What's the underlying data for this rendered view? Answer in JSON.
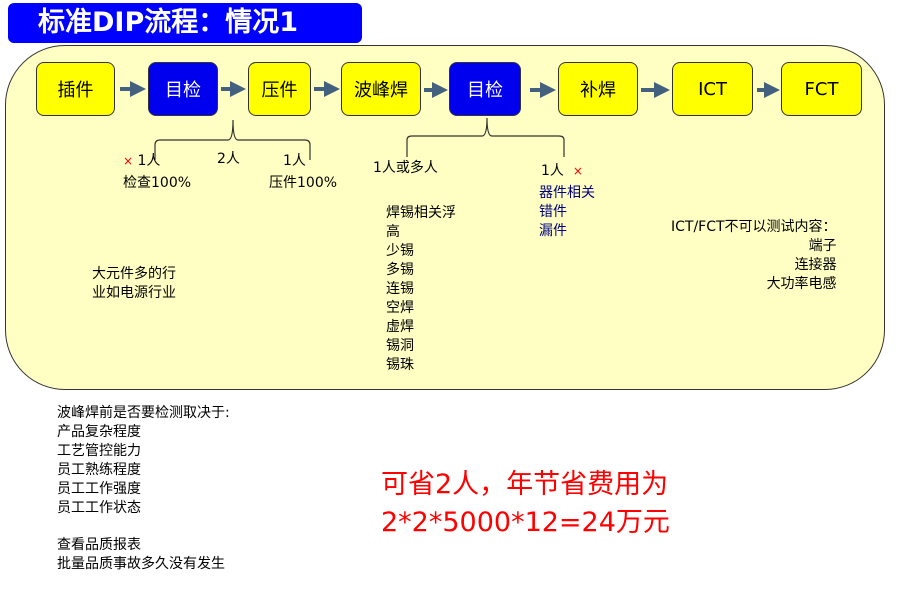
{
  "title": "标准DIP流程：情况1",
  "steps": [
    "插件",
    "目检",
    "压件",
    "波峰焊",
    "目检",
    "补焊",
    "ICT",
    "FCT"
  ],
  "bracket1": {
    "left": "1人",
    "left_note": "检查100%",
    "mid": "2人",
    "right": "1人",
    "right_note": "压件100%",
    "mark": "×"
  },
  "bracket2": {
    "left": "1人或多人",
    "right": "1人",
    "mark": "×"
  },
  "solder_defects": [
    "焊锡相关浮",
    "高",
    "少锡",
    "多锡",
    "连锡",
    "空焊",
    "虚焊",
    "锡洞",
    "锡珠"
  ],
  "component_defects": [
    "器件相关",
    "错件",
    "漏件"
  ],
  "industry_note": [
    "大元件多的行",
    "业如电源行业"
  ],
  "ict_note": {
    "title": "ICT/FCT不可以测试内容：",
    "items": [
      "端子",
      "连接器",
      "大功率电感"
    ]
  },
  "factors": {
    "title": "波峰焊前是否要检测取决于:",
    "items": [
      "产品复杂程度",
      "工艺管控能力",
      "员工熟练程度",
      "员工工作强度",
      "员工工作状态"
    ]
  },
  "checks": [
    "查看品质报表",
    "批量品质事故多久没有发生"
  ],
  "savings": [
    "可省2人，年节省费用为",
    "2*2*5000*12=24万元"
  ]
}
